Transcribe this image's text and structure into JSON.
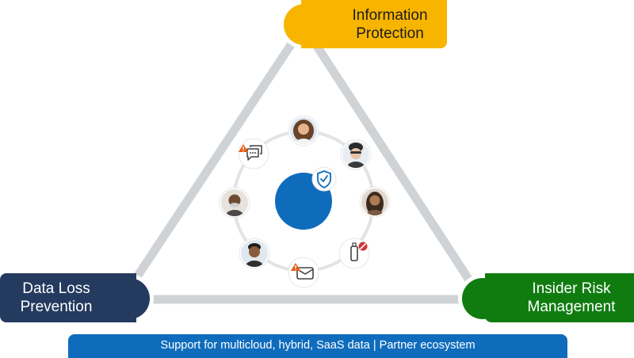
{
  "nodes": {
    "information_protection": {
      "label_line1": "Information",
      "label_line2": "Protection",
      "color": "#f7b500"
    },
    "data_loss_prevention": {
      "label_line1": "Data Loss",
      "label_line2": "Prevention",
      "color": "#243a5e"
    },
    "insider_risk_management": {
      "label_line1": "Insider Risk",
      "label_line2": "Management",
      "color": "#107c10"
    }
  },
  "center": {
    "color": "#0f6cbd",
    "badge_icon": "shield-check-icon"
  },
  "ring_items": [
    {
      "kind": "person",
      "icon": "person-avatar-icon"
    },
    {
      "kind": "person",
      "icon": "person-avatar-icon"
    },
    {
      "kind": "person",
      "icon": "person-avatar-icon"
    },
    {
      "kind": "activity",
      "icon": "usb-drive-blocked-icon"
    },
    {
      "kind": "activity",
      "icon": "email-warning-icon"
    },
    {
      "kind": "person",
      "icon": "person-avatar-icon"
    },
    {
      "kind": "person",
      "icon": "person-avatar-icon"
    },
    {
      "kind": "activity",
      "icon": "chat-warning-icon"
    }
  ],
  "banner": {
    "text": "Support for multicloud, hybrid, SaaS data | Partner ecosystem",
    "color": "#0f6cbd"
  },
  "colors": {
    "triangle_edge": "#d0d3d6",
    "ring": "#e1e3e5",
    "warning": "#e8590c",
    "blocked": "#d13438"
  }
}
